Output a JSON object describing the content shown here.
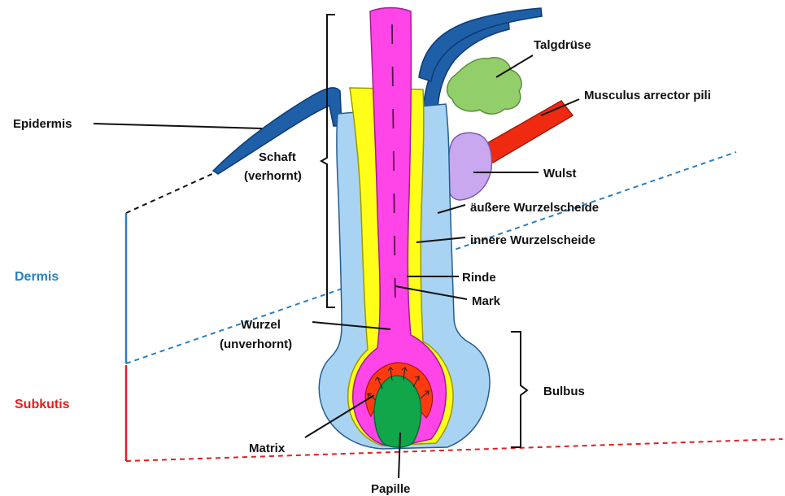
{
  "colors": {
    "epidermis": "#1f5fa8",
    "dermis": "#2a7fc0",
    "subcutis": "#e02020",
    "outer_root_sheath": "#a9d3f2",
    "inner_root_sheath": "#ffff1a",
    "cortex_medulla": "#ff44e8",
    "papilla": "#12a64a",
    "matrix": "#ff3a10",
    "sebaceous_gland": "#92cf6a",
    "bulge": "#c9a8f0",
    "arrector_muscle": "#f02a10"
  },
  "labels": {
    "epidermis": "Epidermis",
    "dermis": "Dermis",
    "subkutis": "Subkutis",
    "schaft": "Schaft",
    "schaft_note": "(verhornt)",
    "wurzel": "Wurzel",
    "wurzel_note": "(unverhornt)",
    "matrix": "Matrix",
    "papille": "Papille",
    "talgdruese": "Talgdrüse",
    "musculus": "Musculus arrector pili",
    "wulst": "Wulst",
    "aeussere": "äußere Wurzelscheide",
    "innere": "innere Wurzelscheide",
    "rinde": "Rinde",
    "mark": "Mark",
    "bulbus": "Bulbus"
  }
}
